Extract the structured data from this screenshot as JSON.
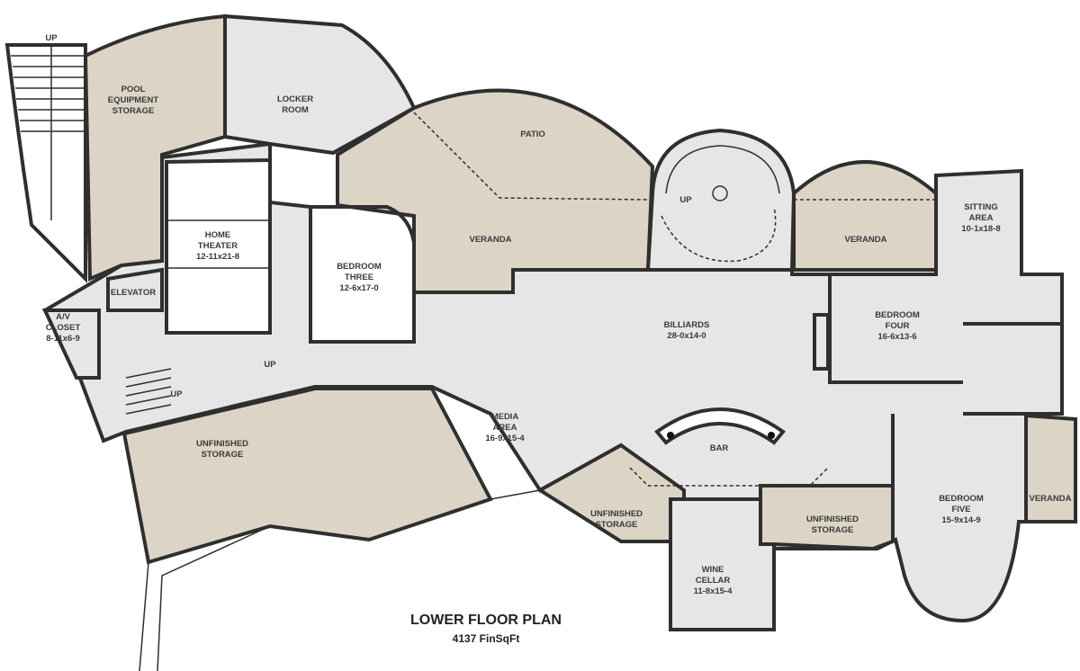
{
  "colors": {
    "floor": "#e6e6e6",
    "exterior": "#dcd5c6",
    "wall": "#2f2f2f",
    "background": "#ffffff"
  },
  "plan": {
    "title": "LOWER FLOOR PLAN",
    "area": "4137 FinSqFt"
  },
  "stairs": [
    "UP",
    "UP",
    "UP",
    "UP"
  ],
  "rooms": [
    {
      "lines": [
        "POOL",
        "EQUIPMENT",
        "STORAGE"
      ]
    },
    {
      "lines": [
        "LOCKER",
        "ROOM"
      ]
    },
    {
      "lines": [
        "PATIO"
      ]
    },
    {
      "lines": [
        "HOME",
        "THEATER",
        "12-11x21-8"
      ]
    },
    {
      "lines": [
        "BEDROOM",
        "THREE",
        "12-6x17-0"
      ]
    },
    {
      "lines": [
        "VERANDA"
      ]
    },
    {
      "lines": [
        "VERANDA"
      ]
    },
    {
      "lines": [
        "SITTING",
        "AREA",
        "10-1x18-8"
      ]
    },
    {
      "lines": [
        "ELEVATOR"
      ]
    },
    {
      "lines": [
        "A/V",
        "CLOSET",
        "8-11x6-9"
      ]
    },
    {
      "lines": [
        "BILLIARDS",
        "28-0x14-0"
      ]
    },
    {
      "lines": [
        "BEDROOM",
        "FOUR",
        "16-6x13-6"
      ]
    },
    {
      "lines": [
        "UNFINISHED",
        "STORAGE"
      ]
    },
    {
      "lines": [
        "MEDIA",
        "AREA",
        "16-9x15-4"
      ]
    },
    {
      "lines": [
        "BAR"
      ]
    },
    {
      "lines": [
        "UNFINISHED",
        "STORAGE"
      ]
    },
    {
      "lines": [
        "UNFINISHED",
        "STORAGE"
      ]
    },
    {
      "lines": [
        "WINE",
        "CELLAR",
        "11-8x15-4"
      ]
    },
    {
      "lines": [
        "BEDROOM",
        "FIVE",
        "15-9x14-9"
      ]
    },
    {
      "lines": [
        "VERANDA"
      ]
    }
  ]
}
